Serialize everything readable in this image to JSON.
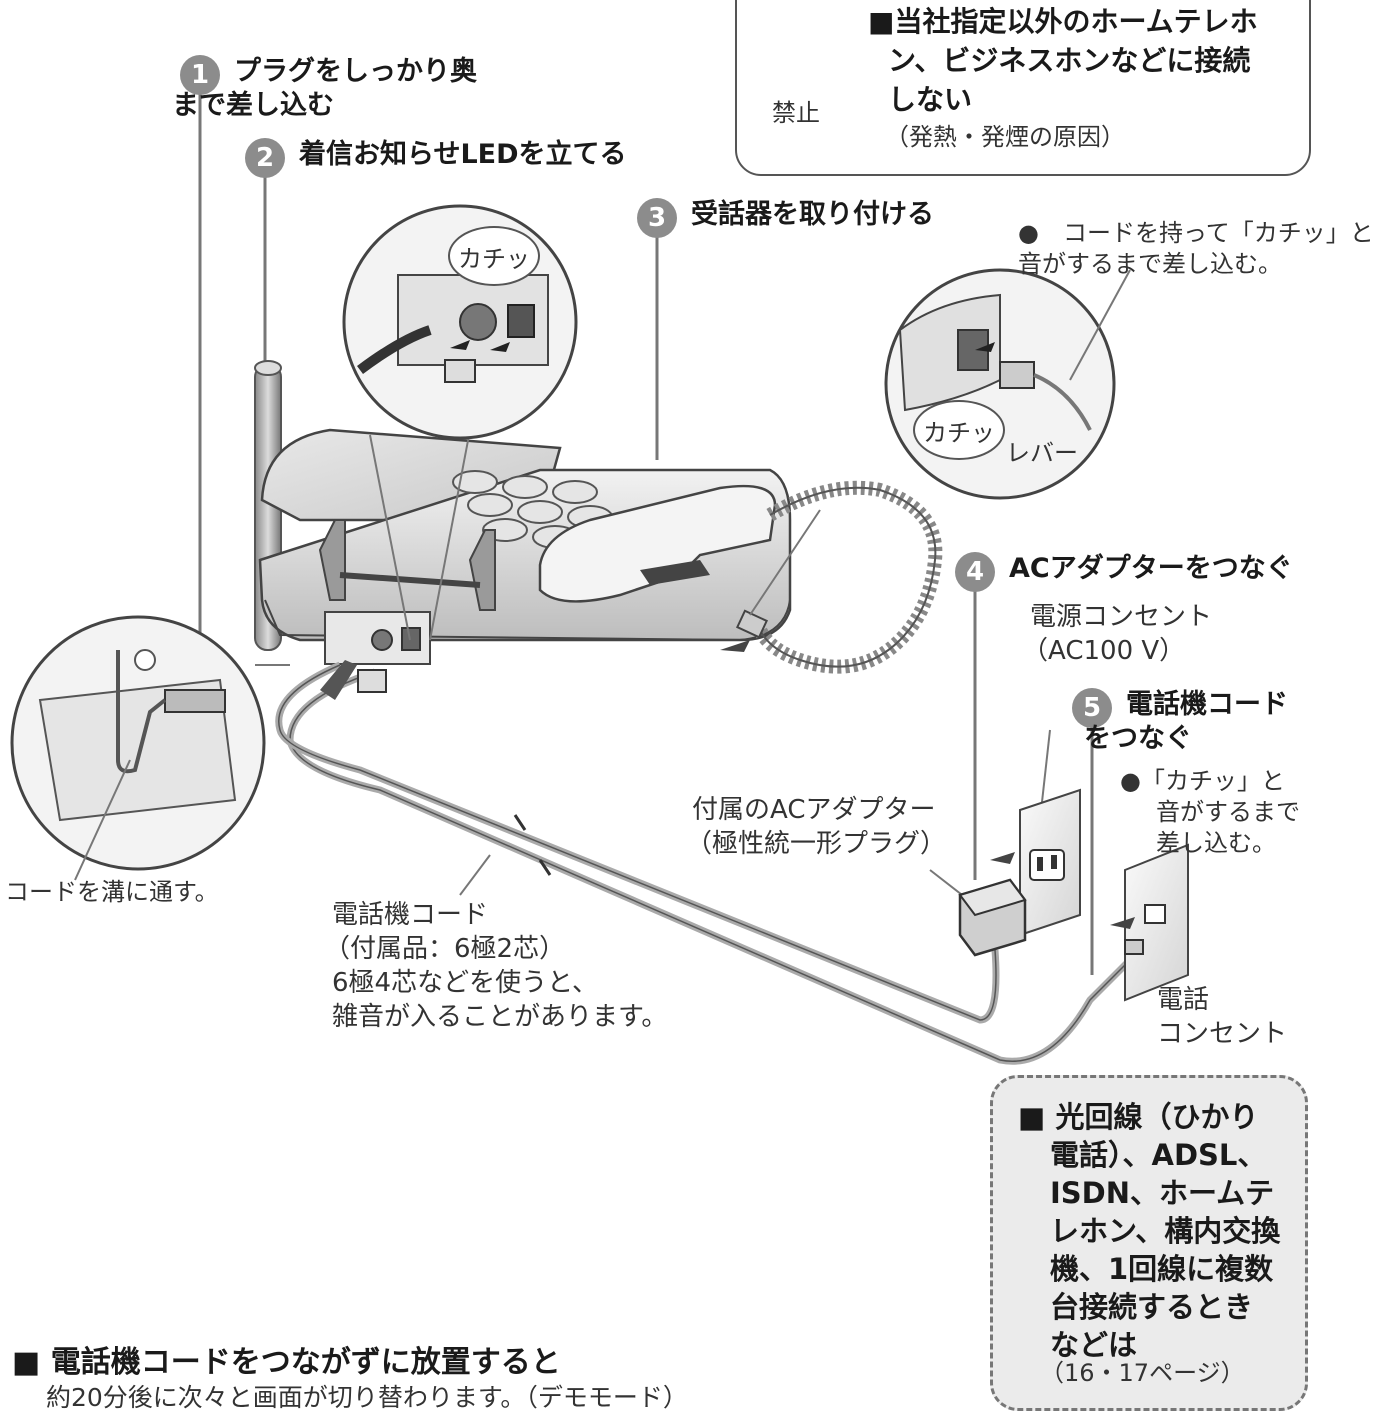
{
  "warning": {
    "icon": "prohibition-icon",
    "icon_label": "禁止",
    "title": "■当社指定以外のホームテレホン、ビジネスホンなどに接続しない",
    "title_lines": [
      "■当社指定以外のホームテレホ",
      "ン、ビジネスホンなどに接続",
      "しない"
    ],
    "note": "（発熱・発煙の原因）"
  },
  "steps": [
    {
      "number": "1",
      "lines": [
        "プラグをしっかり奥",
        "まで差し込む"
      ]
    },
    {
      "number": "2",
      "lines": [
        "着信お知らせLEDを立てる"
      ]
    },
    {
      "number": "3",
      "lines": [
        "受話器を取り付ける"
      ]
    },
    {
      "number": "4",
      "lines": [
        "ACアダプターをつなぐ"
      ]
    },
    {
      "number": "5",
      "lines": [
        "電話機コード",
        "をつなぐ"
      ]
    }
  ],
  "callouts": {
    "click_top": "カチッ",
    "click_right": "カチッ",
    "lever": "レバー",
    "cord_hint_lines": [
      "●　コードを持って「カチッ」と",
      "音がするまで差し込む。"
    ],
    "groove": "コードを溝に通す。",
    "outlet_lines": [
      "電源コンセント",
      "（AC100 V）"
    ],
    "step5_hint_lines": [
      "●「カチッ」と",
      "音がするまで",
      "差し込む。"
    ],
    "adapter_lines": [
      "付属のACアダプター",
      "（極性統一形プラグ）"
    ],
    "phone_cord_lines": [
      "電話機コード",
      "（付属品：6極2芯）",
      "6極4芯などを使うと、",
      "雑音が入ることがあります。"
    ],
    "phone_jack_lines": [
      "電話",
      "コンセント"
    ]
  },
  "info_box": {
    "lines": [
      "■ 光回線（ひかり",
      "電話）、ADSL、",
      "ISDN、ホームテ",
      "レホン、構内交換",
      "機、1回線に複数",
      "台接続するとき",
      "などは"
    ],
    "page_ref": "（16・17ページ）"
  },
  "footer": {
    "heading": "■ 電話機コードをつながずに放置すると",
    "text": "約20分後に次々と画面が切り替わります。（デモモード）"
  }
}
